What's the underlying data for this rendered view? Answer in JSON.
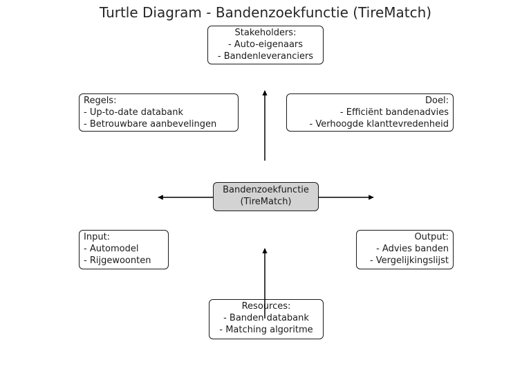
{
  "title": "Turtle Diagram - Bandenzoekfunctie (TireMatch)",
  "colors": {
    "background": "#ffffff",
    "box_fill": "#ffffff",
    "center_box_fill": "#d3d3d3",
    "border": "#1a1a1a",
    "text": "#1a1a1a",
    "arrow": "#000000"
  },
  "center_box": {
    "name": "Bandenzoekfunctie",
    "subtitle": "(TireMatch)"
  },
  "boxes": {
    "stakeholders": {
      "heading": "Stakeholders:",
      "items": [
        "- Auto-eigenaars",
        "- Bandenleveranciers"
      ]
    },
    "regels": {
      "heading": "Regels:",
      "items": [
        "- Up-to-date databank",
        "- Betrouwbare aanbevelingen"
      ]
    },
    "doel": {
      "heading": "Doel:",
      "items": [
        "- Efficiënt bandenadvies",
        "- Verhoogde klanttevredenheid"
      ]
    },
    "input": {
      "heading": "Input:",
      "items": [
        "- Automodel",
        "- Rijgewoonten"
      ]
    },
    "output": {
      "heading": "Output:",
      "items": [
        "- Advies banden",
        "- Vergelijkingslijst"
      ]
    },
    "resources": {
      "heading": "Resources:",
      "items": [
        "- Banden databank",
        "- Matching algoritme"
      ]
    }
  }
}
